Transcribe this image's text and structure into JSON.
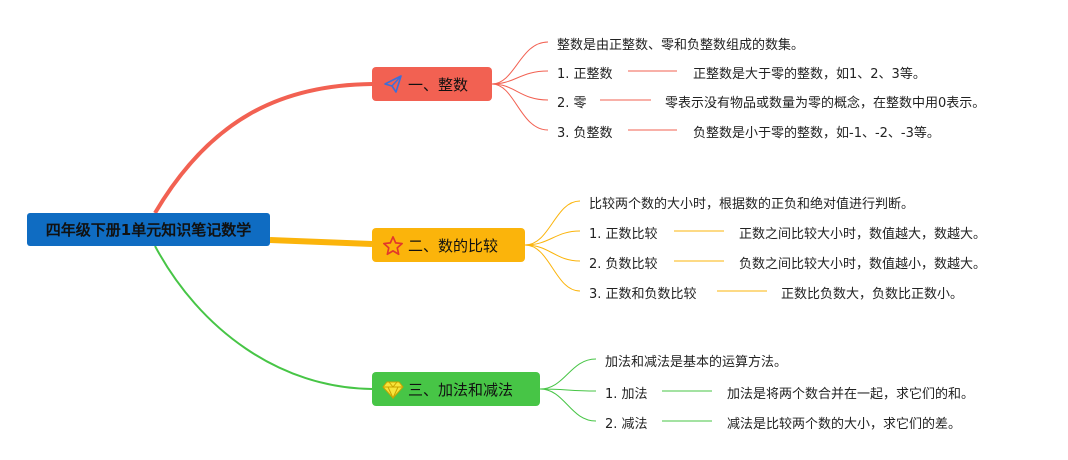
{
  "root": {
    "title": "四年级下册1单元知识笔记数学"
  },
  "colors": {
    "root": "#0f6cc2",
    "b1": "#f26152",
    "b2": "#fbb40b",
    "b3": "#47c546"
  },
  "branches": [
    {
      "icon": "paper-plane-icon",
      "label": "一、整数",
      "summary": "整数是由正整数、零和负整数组成的数集。",
      "items": [
        {
          "term": "1. 正整数",
          "desc": "正整数是大于零的整数，如1、2、3等。"
        },
        {
          "term": "2. 零",
          "desc": "零表示没有物品或数量为零的概念，在整数中用0表示。"
        },
        {
          "term": "3. 负整数",
          "desc": "负整数是小于零的整数，如-1、-2、-3等。"
        }
      ]
    },
    {
      "icon": "star-icon",
      "label": "二、数的比较",
      "summary": "比较两个数的大小时，根据数的正负和绝对值进行判断。",
      "items": [
        {
          "term": "1. 正数比较",
          "desc": "正数之间比较大小时，数值越大，数越大。"
        },
        {
          "term": "2. 负数比较",
          "desc": "负数之间比较大小时，数值越小，数越大。"
        },
        {
          "term": "3. 正数和负数比较",
          "desc": "正数比负数大，负数比正数小。"
        }
      ]
    },
    {
      "icon": "diamond-icon",
      "label": "三、加法和减法",
      "summary": "加法和减法是基本的运算方法。",
      "items": [
        {
          "term": "1. 加法",
          "desc": "加法是将两个数合并在一起，求它们的和。"
        },
        {
          "term": "2. 减法",
          "desc": "减法是比较两个数的大小，求它们的差。"
        }
      ]
    }
  ]
}
